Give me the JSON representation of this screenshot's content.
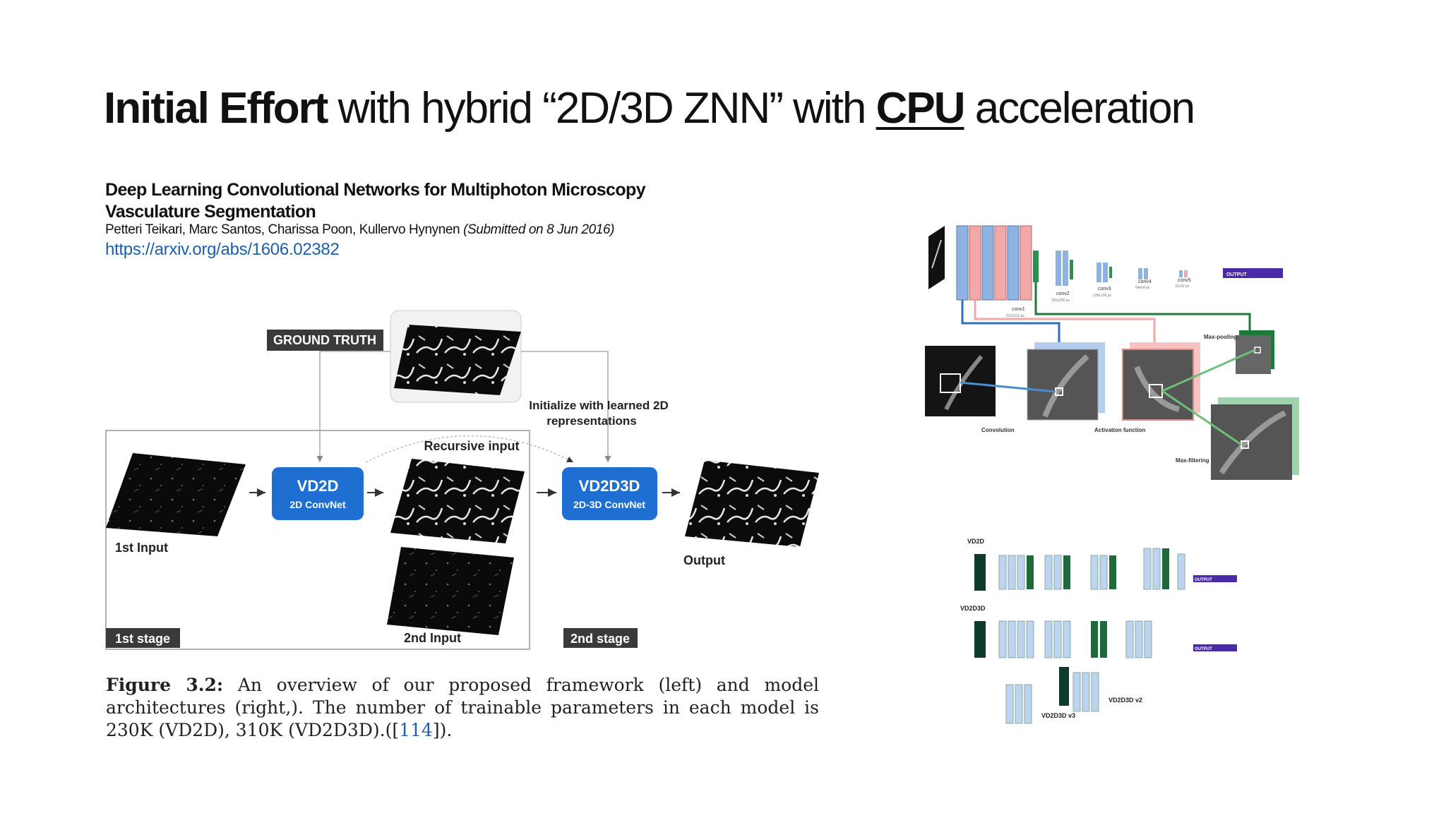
{
  "slide": {
    "title": {
      "part1_bold": "Initial Effort",
      "part2": " with hybrid “2D/3D ZNN” with ",
      "part3_bold_underline": "CPU",
      "part4": " acceleration"
    },
    "paper": {
      "title": "Deep Learning Convolutional Networks for Multiphoton Microscopy Vasculature Segmentation",
      "authors": "Petteri Teikari, Marc Santos, Charissa Poon, Kullervo Hynynen",
      "submitted": "(Submitted on 8 Jun 2016)",
      "url": "https://arxiv.org/abs/1606.02382"
    }
  },
  "figure_left": {
    "ground_truth_label": "GROUND TRUTH",
    "initialize_note_line1": "Initialize with learned 2D",
    "initialize_note_line2": "representations",
    "recursive_input_label": "Recursive input",
    "vd2d": {
      "name": "VD2D",
      "subtitle": "2D ConvNet"
    },
    "vd2d3d": {
      "name": "VD2D3D",
      "subtitle": "2D-3D ConvNet"
    },
    "first_input_label": "1st Input",
    "second_input_label": "2nd Input",
    "output_label": "Output",
    "stage1_label": "1st stage",
    "stage2_label": "2nd stage",
    "accent_color": "#1e6fd1"
  },
  "caption": {
    "label": "Figure 3.2:",
    "text_before_ref": " An overview of our proposed framework (left) and model architectures (right,). The number of trainable parameters in each model is 230K (VD2D), 310K (VD2D3D).([",
    "ref": "114",
    "text_after_ref": "])."
  },
  "figure_right_top": {
    "layer_labels": [
      "conv1",
      "conv2",
      "conv3",
      "conv4",
      "conv5"
    ],
    "layer_sizes": [
      "512x512 px",
      "256x256 px",
      "128x128 px",
      "64x64 px",
      "32x32 px"
    ],
    "output_label": "OUTPUT",
    "panel_labels": [
      "Convolution",
      "Activation function",
      "Max-filtering",
      "Max-pooling"
    ],
    "colors": {
      "blue": "#8fb3e0",
      "pink": "#f0a8a8",
      "green": "#2f8f4f",
      "purple": "#4b2aa8"
    }
  },
  "figure_right_bottom": {
    "labels": [
      "VD2D",
      "VD2D3D",
      "VD2D3D v2",
      "VD2D3D v3"
    ],
    "output_label": "OUTPUT"
  }
}
